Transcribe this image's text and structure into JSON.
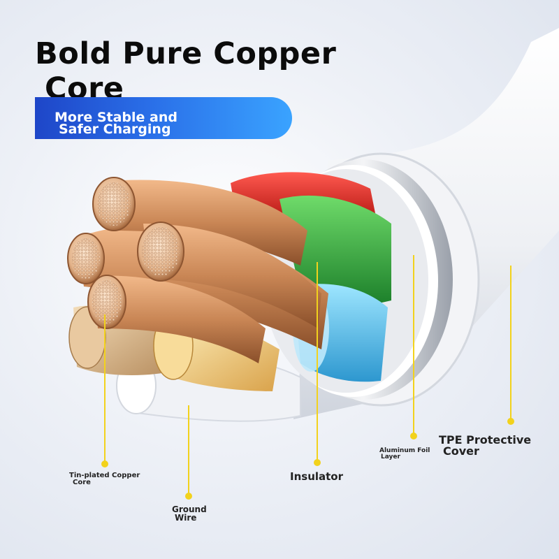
{
  "heading": {
    "line1": "Bold Pure Copper",
    "line2": "Core"
  },
  "banner": {
    "line1": "More Stable and",
    "line2": "Safer Charging"
  },
  "labels": {
    "tin_plated": {
      "line1": "Tin-plated Copper",
      "line2": "Core"
    },
    "ground_wire": {
      "line1": "Ground",
      "line2": "Wire"
    },
    "insulator": "Insulator",
    "aluminum_foil": {
      "line1": "Aluminum Foil",
      "line2": "Layer"
    },
    "tpe_cover": {
      "line1": "TPE Protective",
      "line2": "Cover"
    }
  },
  "colors": {
    "heading": "#0b0b0b",
    "banner_start": "#1e46c8",
    "banner_end": "#3aa3ff",
    "copper": "#c98655",
    "tin": "#d8b98f",
    "wire_red": "#e0241f",
    "wire_green": "#2fa83a",
    "wire_blue": "#45b8e8",
    "callout": "#f2d21c",
    "cable_white": "#f6f6f8"
  }
}
